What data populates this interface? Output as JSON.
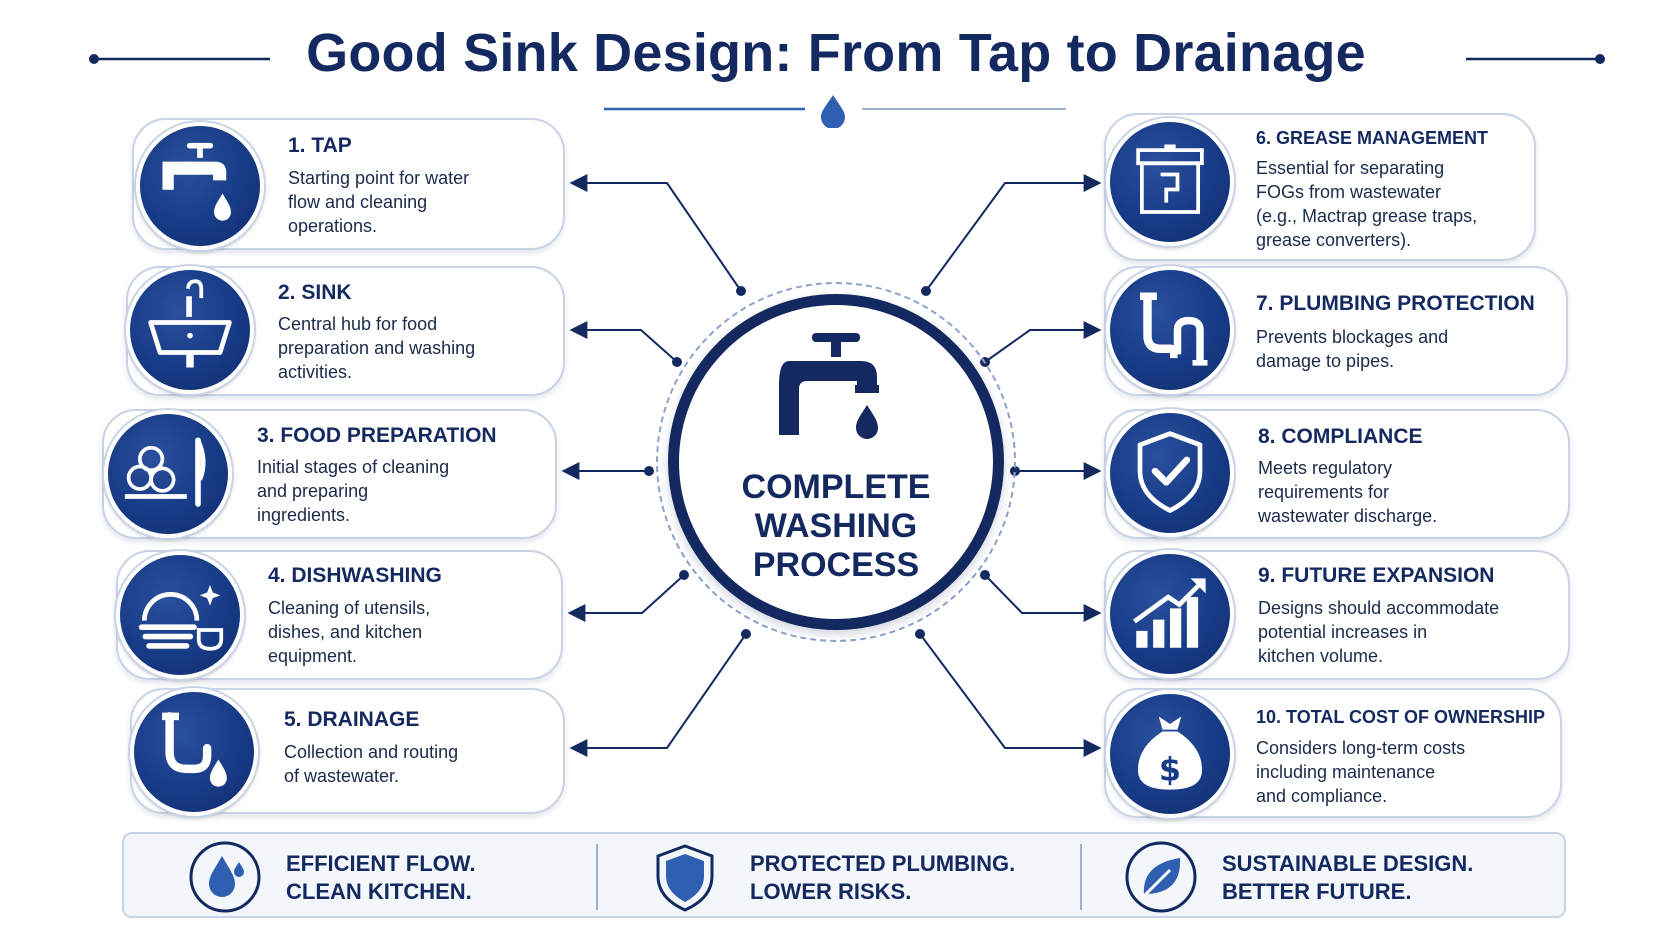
{
  "title": "Good Sink Design: From Tap to Drainage",
  "center": {
    "line1": "COMPLETE",
    "line2": "WASHING",
    "line3": "PROCESS"
  },
  "left_items": [
    {
      "title": "1. TAP",
      "desc": [
        "Starting point for water",
        "flow and cleaning",
        "operations."
      ],
      "icon": "tap-icon"
    },
    {
      "title": "2. SINK",
      "desc": [
        "Central hub for food",
        "preparation and washing",
        "activities."
      ],
      "icon": "sink-icon"
    },
    {
      "title": "3. FOOD PREPARATION",
      "desc": [
        "Initial stages of cleaning",
        "and preparing",
        "ingredients."
      ],
      "icon": "food-prep-icon"
    },
    {
      "title": "4. DISHWASHING",
      "desc": [
        "Cleaning of utensils,",
        "dishes, and kitchen",
        "equipment."
      ],
      "icon": "dishes-icon"
    },
    {
      "title": "5. DRAINAGE",
      "desc": [
        "Collection and routing",
        "of wastewater."
      ],
      "icon": "drain-pipe-icon"
    }
  ],
  "right_items": [
    {
      "title": "6. GREASE MANAGEMENT",
      "desc": [
        "Essential for separating",
        "FOGs from wastewater",
        "(e.g., Mactrap grease traps,",
        "grease converters)."
      ],
      "icon": "grease-trap-icon"
    },
    {
      "title": "7. PLUMBING PROTECTION",
      "desc": [
        "Prevents blockages and",
        "damage to pipes."
      ],
      "icon": "pipes-icon"
    },
    {
      "title": "8. COMPLIANCE",
      "desc": [
        "Meets regulatory",
        "requirements for",
        "wastewater discharge."
      ],
      "icon": "shield-check-icon"
    },
    {
      "title": "9. FUTURE EXPANSION",
      "desc": [
        "Designs should accommodate",
        "potential increases in",
        "kitchen volume."
      ],
      "icon": "growth-chart-icon"
    },
    {
      "title": "10. TOTAL COST OF OWNERSHIP",
      "desc": [
        "Considers long-term costs",
        "including maintenance",
        "and compliance."
      ],
      "icon": "money-bag-icon"
    }
  ],
  "footer": [
    {
      "line1": "EFFICIENT FLOW.",
      "line2": "CLEAN KITCHEN.",
      "icon": "water-drop-icon"
    },
    {
      "line1": "PROTECTED PLUMBING.",
      "line2": "LOWER RISKS.",
      "icon": "shield-icon"
    },
    {
      "line1": "SUSTAINABLE DESIGN.",
      "line2": "BETTER FUTURE.",
      "icon": "leaf-icon"
    }
  ],
  "colors": {
    "navy": "#14295f",
    "icon_blue": "#173b86",
    "accent_blue": "#2f5fb0",
    "border": "#c9d3e6"
  }
}
